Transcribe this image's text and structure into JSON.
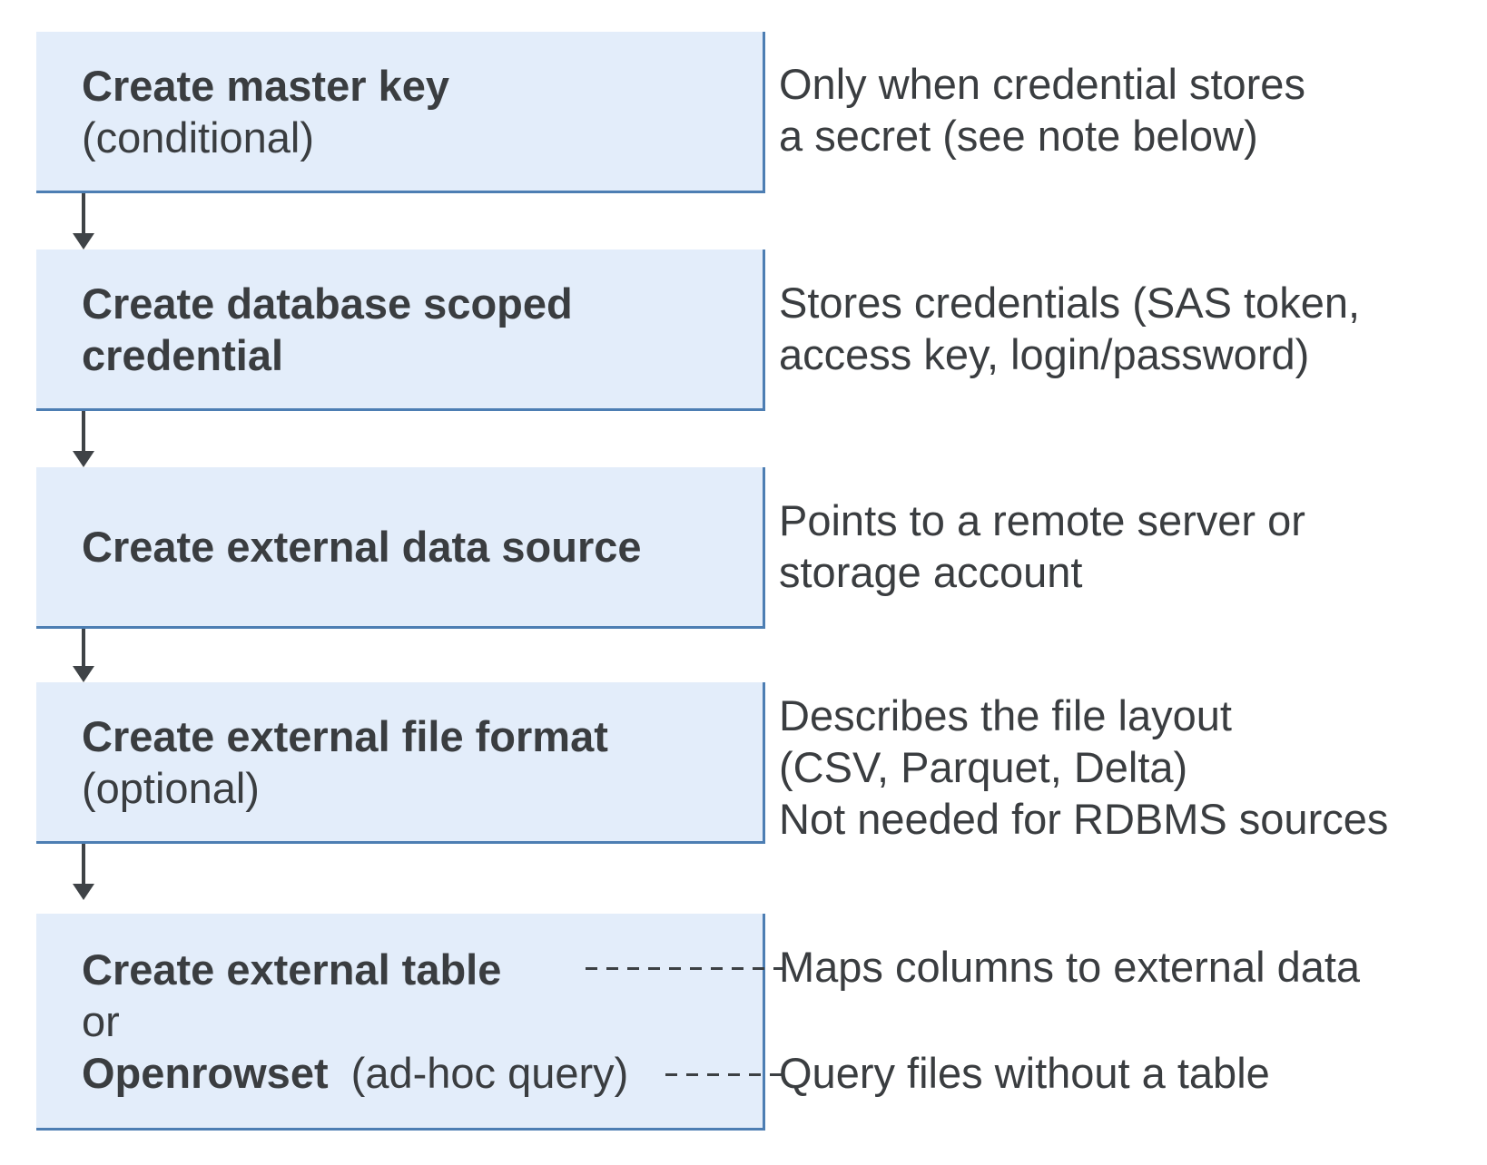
{
  "diagram": {
    "steps": [
      {
        "id": "create-master-key",
        "title": "Create master key",
        "qualifier": "(conditional)",
        "note_lines": [
          "Only when credential stores",
          "a secret (see note below)"
        ]
      },
      {
        "id": "create-database-scoped-credential",
        "title_lines": [
          "Create database scoped",
          "credential"
        ],
        "note_lines": [
          "Stores credentials (SAS token,",
          "access key, login/password)"
        ]
      },
      {
        "id": "create-external-data-source",
        "title": "Create external data source",
        "note_lines": [
          "Points to a remote server or",
          "storage account"
        ]
      },
      {
        "id": "create-external-file-format",
        "title": "Create external file format",
        "qualifier": "(optional)",
        "note_lines": [
          "Describes the file layout",
          "(CSV, Parquet, Delta)",
          "Not needed for RDBMS sources"
        ]
      },
      {
        "id": "create-external-table-or-openrowset",
        "title": "Create external table",
        "or_label": "or",
        "alt_title": "Openrowset",
        "alt_qualifier": "(ad-hoc query)",
        "note_external_table": "Maps columns to external data",
        "note_openrowset": "Query files without a table"
      }
    ],
    "connectors": {
      "arrow_style": "solid down arrow between consecutive steps",
      "dashed_links": [
        {
          "from": "Create external table",
          "to": "Maps columns to external data"
        },
        {
          "from": "Openrowset (ad-hoc query)",
          "to": "Query files without a table"
        }
      ]
    },
    "colors": {
      "background": "#ffffff",
      "box_fill": "#e3edfa",
      "box_border": "#4d7eb3",
      "text": "#3a3d40",
      "arrow": "#3f4347",
      "dash": "#3c4043"
    },
    "icons": {
      "arrow": "arrow-down"
    }
  }
}
